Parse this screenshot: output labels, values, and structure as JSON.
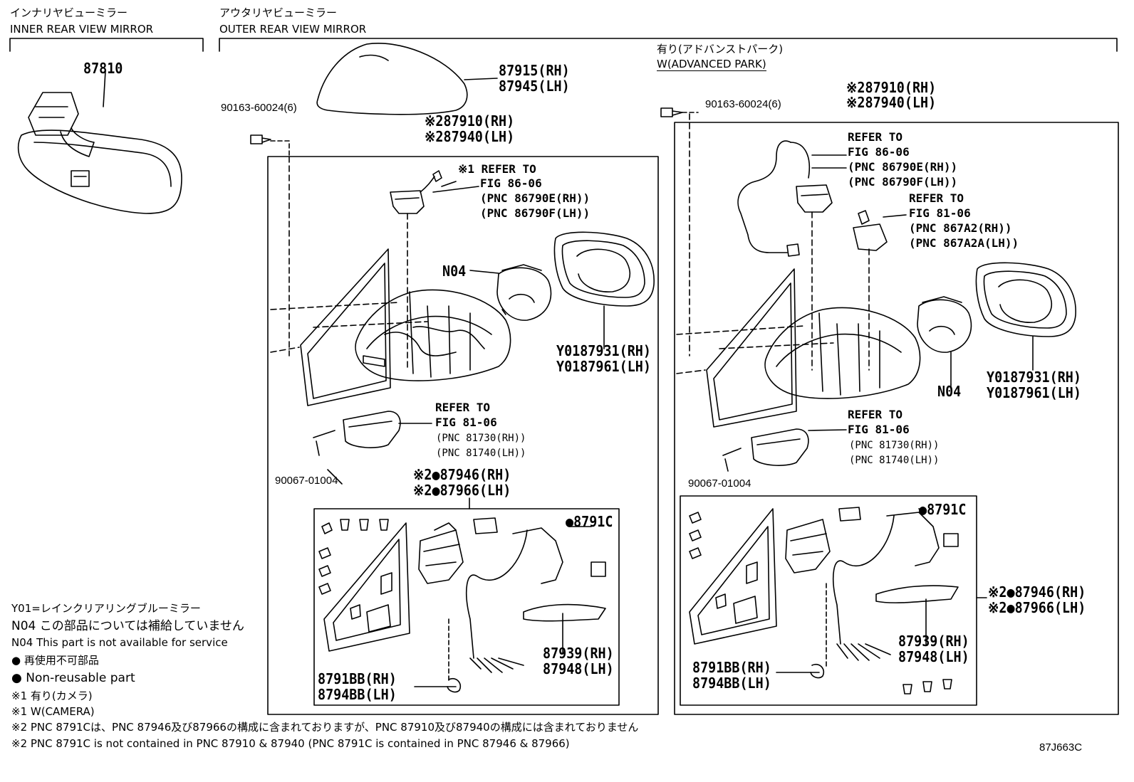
{
  "sections": {
    "inner_jp": "インナリヤビューミラー",
    "inner_en": "INNER REAR VIEW MIRROR",
    "outer_jp": "アウタリヤビューミラー",
    "outer_en": "OUTER REAR VIEW MIRROR",
    "adv_jp": "有り(アドバンストパーク)",
    "adv_en": "W(ADVANCED PARK)"
  },
  "parts": {
    "p87810": "87810",
    "p87915": "87915(RH)",
    "p87945": "87945(LH)",
    "screw_a": "90163-60024(6)",
    "screw_b": "90163-60024(6)",
    "p87910_a": "※287910(RH)",
    "p87940_a": "※287940(LH)",
    "p87910_b": "※287910(RH)",
    "p87940_b": "※287940(LH)",
    "n04_a": "N04",
    "n04_b": "N04",
    "y1_a": "Y0187931(RH)",
    "y2_a": "Y0187961(LH)",
    "y1_b": "Y0187931(RH)",
    "y2_b": "Y0187961(LH)",
    "screw_c": "90067-01004",
    "screw_d": "90067-01004",
    "p87946_a": "※2●87946(RH)",
    "p87966_a": "※2●87966(LH)",
    "p87946_b": "※2●87946(RH)",
    "p87966_b": "※2●87966(LH)",
    "p8791c_a": "●8791C",
    "p8791c_b": "●8791C",
    "p87939_a": "87939(RH)",
    "p87948_a": "87948(LH)",
    "p87939_b": "87939(RH)",
    "p87948_b": "87948(LH)",
    "p8791bb_a": "8791BB(RH)",
    "p8794bb_a": "8794BB(LH)",
    "p8791bb_b": "8791BB(RH)",
    "p8794bb_b": "8794BB(LH)"
  },
  "refs": {
    "cam_a": [
      "※1 REFER TO",
      "FIG 86-06",
      "(PNC 86790E(RH))",
      "(PNC 86790F(LH))"
    ],
    "cam_b": [
      "REFER TO",
      "FIG 86-06",
      "(PNC 86790E(RH))",
      "(PNC 86790F(LH))"
    ],
    "sens_b": [
      "REFER TO",
      "FIG 81-06",
      "(PNC 867A2(RH))",
      "(PNC 867A2A(LH))"
    ],
    "lamp_a": [
      "REFER TO",
      "FIG 81-06",
      "(PNC 81730(RH))",
      "(PNC 81740(LH))"
    ],
    "lamp_b": [
      "REFER TO",
      "FIG 81-06",
      "(PNC 81730(RH))",
      "(PNC 81740(LH))"
    ]
  },
  "notes": {
    "y01": "Y01=レインクリアリングブルーミラー",
    "n04_jp": "N04 この部品については補給していません",
    "n04_en": "N04 This part is not available for service",
    "nr_jp": "● 再使用不可部品",
    "nr_en": "● Non-reusable part",
    "s1_jp": "※1 有り(カメラ)",
    "s1_en": "※1 W(CAMERA)",
    "s2_jp": "※2 PNC 8791Cは、PNC 87946及び87966の構成に含まれておりますが、PNC 87910及び87940の構成には含まれておりません",
    "s2_en": "※2 PNC 8791C is not contained in PNC 87910 & 87940 (PNC 8791C is contained in PNC 87946 & 87966)"
  },
  "figure_code": "87J663C"
}
